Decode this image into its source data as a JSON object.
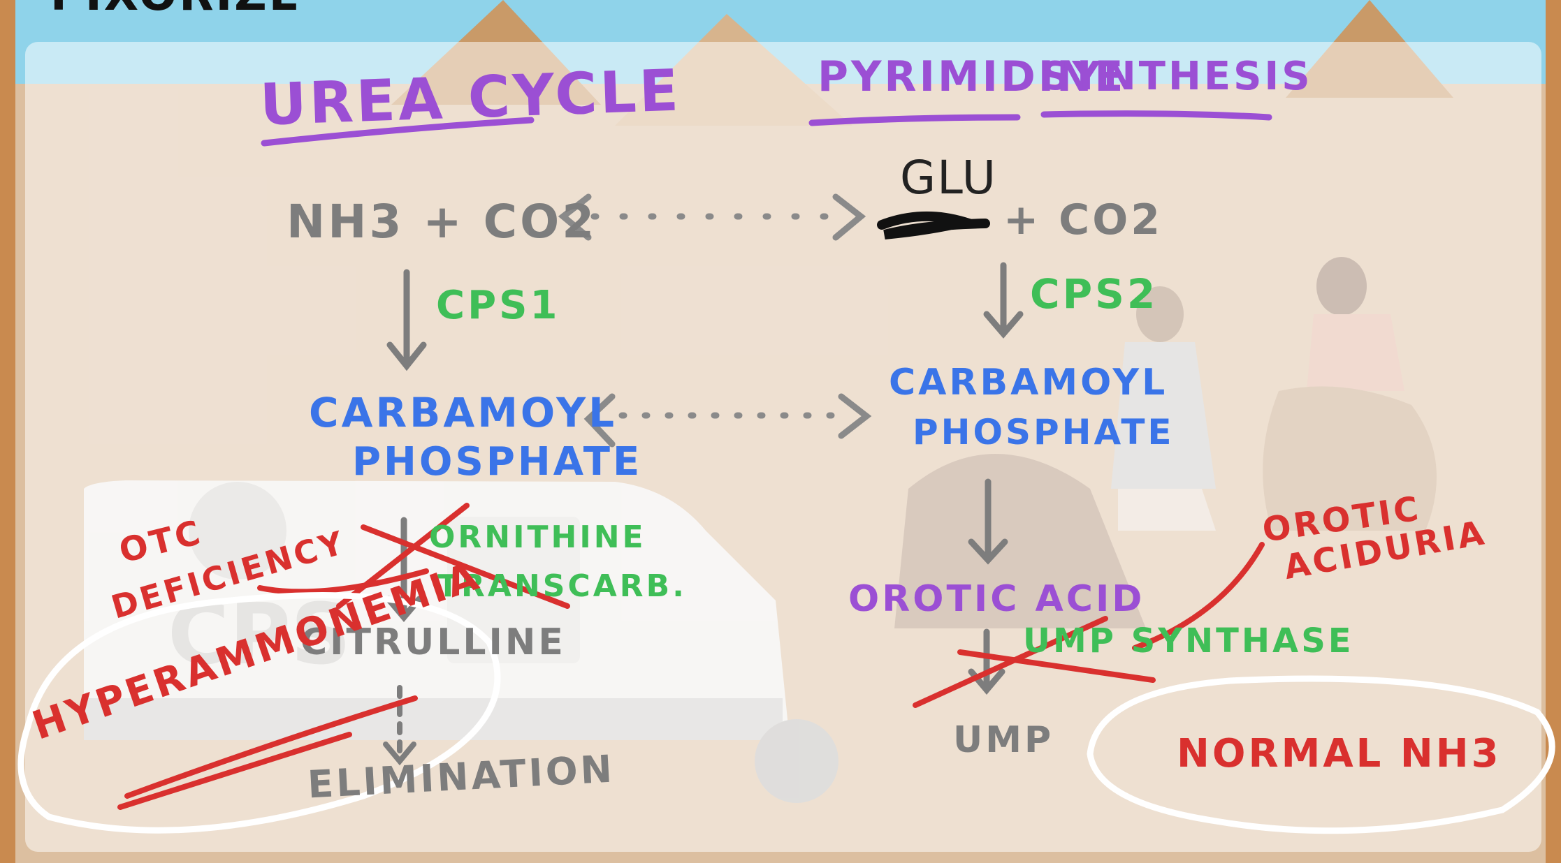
{
  "header": {
    "logo_text": "PIXORIZE"
  },
  "urea_cycle": {
    "title": "UREA CYCLE",
    "substrates": "NH3 + CO2",
    "enzyme_1": "CPS1",
    "product_1_line1": "CARBAMOYL",
    "product_1_line2": "PHOSPHATE",
    "enzyme_2_line1": "ORNITHINE",
    "enzyme_2_line2": "TRANSCARB.",
    "product_2": "CITRULLINE",
    "end": "ELIMINATION"
  },
  "pyrimidine_synthesis": {
    "title_word1": "PYRIMIDINE",
    "title_word2": "SYNTHESIS",
    "substrates": "+ CO2",
    "handwritten_correction": "GLU",
    "enzyme_1": "CPS2",
    "product_1_line1": "CARBAMOYL",
    "product_1_line2": "PHOSPHATE",
    "product_2": "OROTIC ACID",
    "enzyme_2": "UMP SYNTHASE",
    "end": "UMP"
  },
  "annotations": {
    "otc_line1": "OTC",
    "otc_line2": "DEFICIENCY",
    "hyperammonemia": "HYPERAMMONEMIA",
    "orotic_line1": "OROTIC",
    "orotic_line2": "ACIDURIA",
    "normal_nh3": "NORMAL NH3"
  },
  "colors": {
    "title": "#9b4fd4",
    "enzyme": "#3fbe57",
    "carbamoyl_phosphate": "#3a74e8",
    "pathology": "#d9302e",
    "pathway_text": "#7d7d7d"
  }
}
